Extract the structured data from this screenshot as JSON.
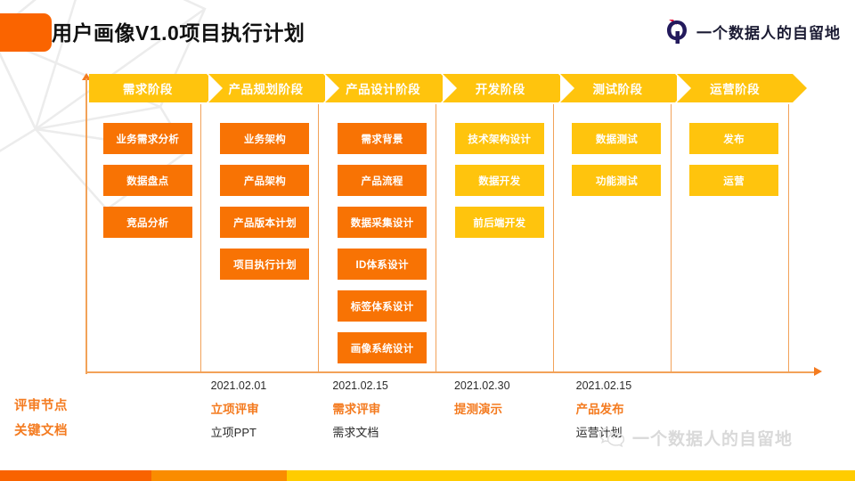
{
  "header": {
    "title": "用户画像V1.0项目执行计划",
    "brand_name": "一个数据人的自留地",
    "brand_mark": "q-logo-icon"
  },
  "colors": {
    "orange": "#F87304",
    "gold": "#FFC40D",
    "title_chip": "#FA6400",
    "axis": "#F2A259",
    "brand_navy": "#1b1b33",
    "brand_red": "#E8123C"
  },
  "phases": [
    {
      "label": "需求阶段"
    },
    {
      "label": "产品规划阶段"
    },
    {
      "label": "产品设计阶段"
    },
    {
      "label": "开发阶段"
    },
    {
      "label": "测试阶段"
    },
    {
      "label": "运营阶段"
    }
  ],
  "columns": [
    {
      "tone": "orange",
      "tasks": [
        "业务需求分析",
        "数据盘点",
        "竞品分析"
      ]
    },
    {
      "tone": "orange",
      "tasks": [
        "业务架构",
        "产品架构",
        "产品版本计划",
        "项目执行计划"
      ]
    },
    {
      "tone": "orange",
      "tasks": [
        "需求背景",
        "产品流程",
        "数据采集设计",
        "ID体系设计",
        "标签体系设计",
        "画像系统设计"
      ]
    },
    {
      "tone": "gold",
      "tasks": [
        "技术架构设计",
        "数据开发",
        "前后端开发"
      ]
    },
    {
      "tone": "gold",
      "tasks": [
        "数据测试",
        "功能测试"
      ]
    },
    {
      "tone": "gold",
      "tasks": [
        "发布",
        "运营"
      ]
    }
  ],
  "milestone_rows": {
    "review_label": "评审节点",
    "document_label": "关键文档"
  },
  "milestones": [
    {
      "date": "",
      "name": "",
      "doc": ""
    },
    {
      "date": "2021.02.01",
      "name": "立项评审",
      "doc": "立项PPT"
    },
    {
      "date": "2021.02.15",
      "name": "需求评审",
      "doc": "需求文档"
    },
    {
      "date": "2021.02.30",
      "name": "提测演示",
      "doc": ""
    },
    {
      "date": "2021.02.15",
      "name": "产品发布",
      "doc": "运营计划"
    },
    {
      "date": "",
      "name": "",
      "doc": ""
    }
  ],
  "watermark": {
    "text": "一个数据人的自留地",
    "icon": "wechat-icon"
  }
}
